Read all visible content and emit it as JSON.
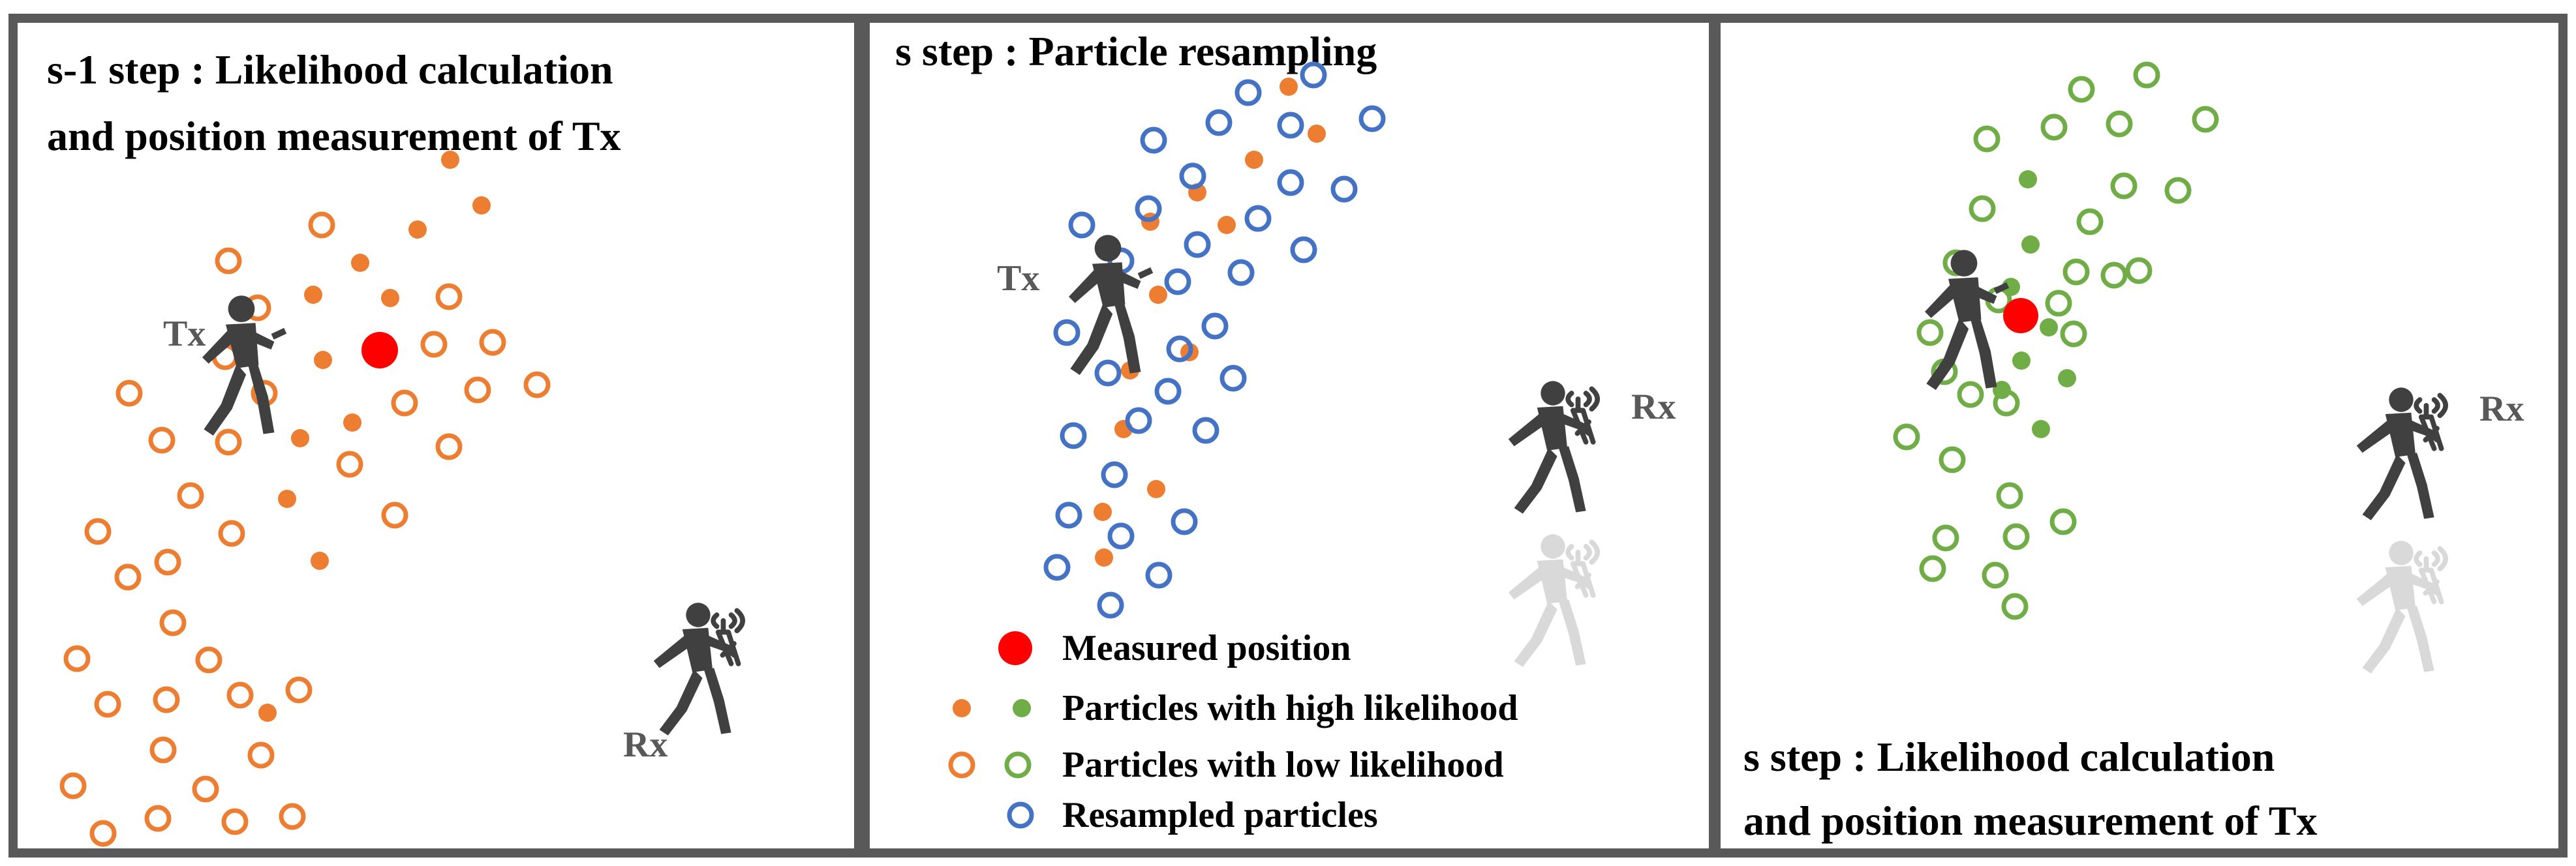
{
  "panels": [
    {
      "title_lines": [
        "s-1 step : Likelihood calculation",
        "and position measurement of Tx"
      ],
      "tx_label": "Tx",
      "rx_label": "Rx"
    },
    {
      "title_lines": [
        "s step : Particle resampling"
      ],
      "tx_label": "Tx",
      "rx_label": "Rx"
    },
    {
      "title_lines": [
        "s step : Likelihood calculation",
        "and position measurement of Tx"
      ],
      "tx_label": "",
      "rx_label": "Rx"
    }
  ],
  "legend": [
    {
      "label": "Measured position",
      "marker": "measured"
    },
    {
      "label": "Particles with high likelihood",
      "marker": "high"
    },
    {
      "label": "Particles with low likelihood",
      "marker": "low"
    },
    {
      "label": "Resampled particles",
      "marker": "resampled"
    }
  ],
  "colors": {
    "measured": "#ff0000",
    "particle_orange": "#ed7d31",
    "particle_green": "#70ad47",
    "particle_blue": "#4472c4",
    "frame": "#595959",
    "person": "#404040",
    "person_faded": "#d9d9d9"
  },
  "icons": [
    "walking-person-phone-icon",
    "walking-person-antenna-icon"
  ]
}
